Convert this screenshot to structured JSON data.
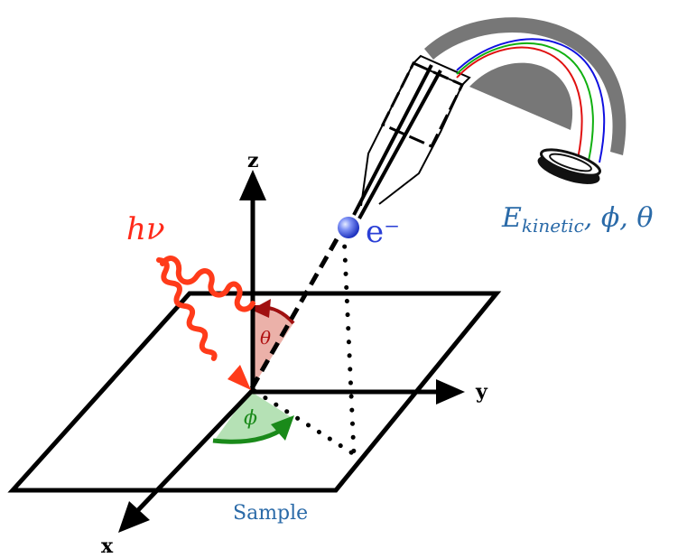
{
  "diagram": {
    "axes": {
      "x": "x",
      "y": "y",
      "z": "z"
    },
    "photon": {
      "label": "hν",
      "color": "#ff2a1a"
    },
    "electron": {
      "label": "e⁻",
      "color": "#2a3fd6"
    },
    "angles": {
      "theta": {
        "label": "θ",
        "color": "#b01010"
      },
      "phi": {
        "label": "ϕ",
        "color": "#1a8a1a"
      }
    },
    "sample": {
      "label": "Sample",
      "color": "#2a6aa8"
    },
    "analyzer": {
      "label": "E",
      "label_sub": "kinetic",
      "label_tail": ", ϕ, θ",
      "label_color": "#2a6aa8",
      "trajectory_colors": [
        "#e01010",
        "#10b010",
        "#1010e0"
      ]
    }
  }
}
